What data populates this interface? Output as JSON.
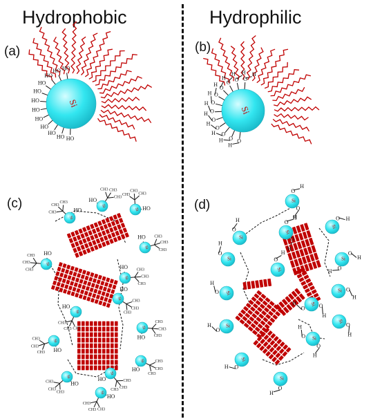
{
  "titles": {
    "left": "Hydrophobic",
    "right": "Hydrophilic"
  },
  "panel_labels": {
    "a": "(a)",
    "b": "(b)",
    "c": "(c)",
    "d": "(d)"
  },
  "particle_label": "Si",
  "chem_labels": {
    "hydroxyl": "HO",
    "oxygen": "O",
    "hydrogen": "H",
    "silicon": "Si",
    "methyl": "CH3"
  },
  "colors": {
    "silica": "#33e6f0",
    "silica_highlight": "#d6fdff",
    "chain": "#c00000",
    "line": "#111111",
    "background": "#ffffff"
  }
}
